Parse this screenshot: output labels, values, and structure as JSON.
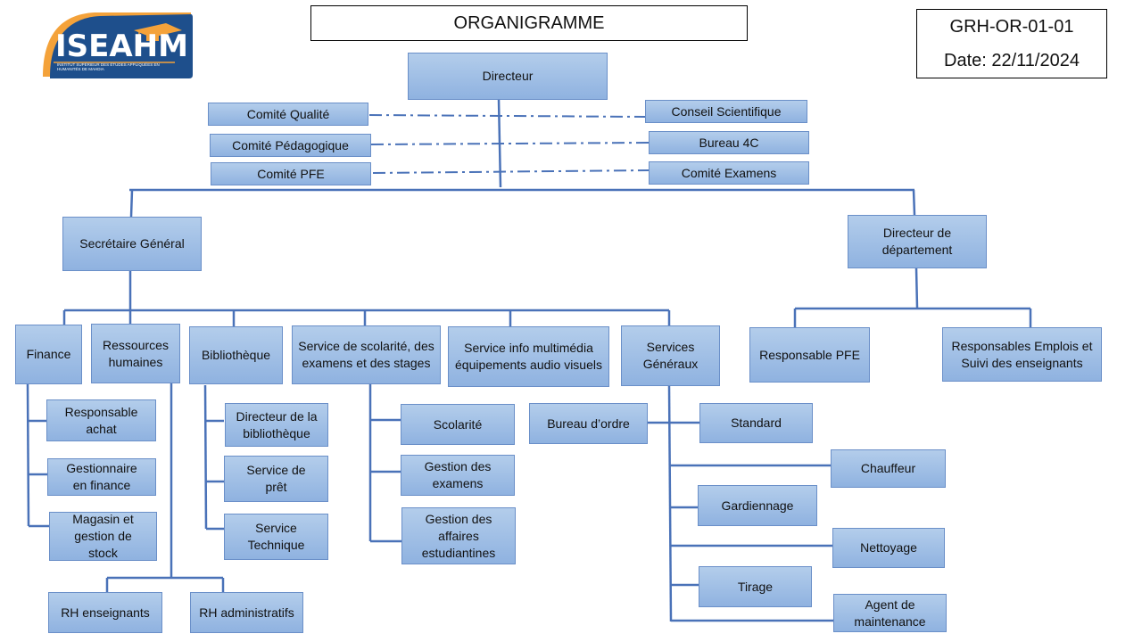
{
  "header": {
    "title": "ORGANIGRAMME",
    "doc_code": "GRH-OR-01-01",
    "doc_date": "Date: 22/11/2024"
  },
  "logo": {
    "name": "ISEAHM",
    "subtitle": "INSTITUT SUPÉRIEUR DES ÉTUDES APPLIQUÉES EN HUMANITÉS DE MAHDIA",
    "colors": {
      "blue": "#1e4f8c",
      "orange": "#f4a23a"
    }
  },
  "colors": {
    "box_top": "#b3cdeb",
    "box_bottom": "#8fb2e0",
    "line": "#4a72b8"
  },
  "org": {
    "director": "Directeur",
    "committees_left": [
      "Comité Qualité",
      "Comité Pédagogique",
      "Comité PFE"
    ],
    "committees_right": [
      "Conseil Scientifique",
      "Bureau 4C",
      "Comité Examens"
    ],
    "secretary_general": "Secrétaire Général",
    "department_director": "Directeur de département",
    "sg_units": {
      "finance": "Finance",
      "hr": "Ressources humaines",
      "library": "Bibliothèque",
      "schooling": "Service de scolarité, des examens et des stages",
      "multimedia": "Service info multimédia équipements audio visuels",
      "general_services": "Services Généraux"
    },
    "finance_children": [
      "Responsable achat",
      "Gestionnaire en finance",
      "Magasin et gestion de stock"
    ],
    "hr_children": [
      "RH enseignants",
      "RH administratifs"
    ],
    "library_children": [
      "Directeur de la bibliothèque",
      "Service de prêt",
      "Service Technique"
    ],
    "schooling_children": [
      "Scolarité",
      "Gestion des examens",
      "Gestion des affaires estudiantines"
    ],
    "general_children": [
      "Bureau d’ordre",
      "Standard",
      "Chauffeur",
      "Gardiennage",
      "Nettoyage",
      "Tirage",
      "Agent de maintenance"
    ],
    "department_children": [
      "Responsable PFE",
      "Responsables Emplois et Suivi des enseignants"
    ]
  }
}
